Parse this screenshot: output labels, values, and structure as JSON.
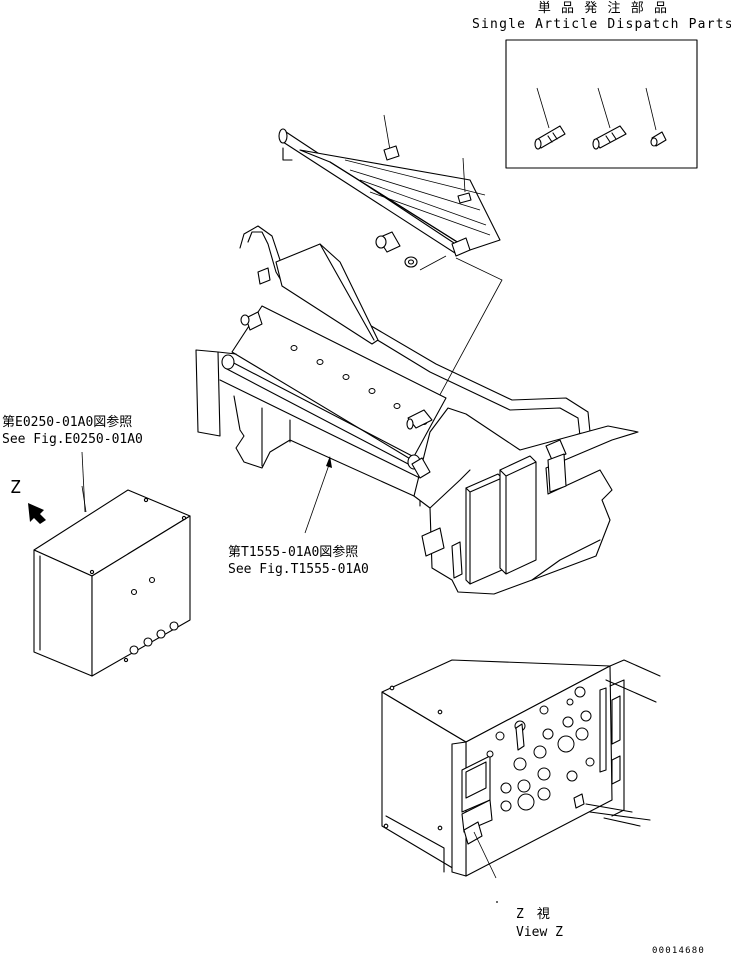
{
  "header": {
    "jp": "単 品 発 注 部 品",
    "en": "Single Article Dispatch Parts"
  },
  "refs": {
    "e0250_jp": "第E0250-01A0図参照",
    "e0250_en": "See Fig.E0250-01A0",
    "t1555_jp": "第T1555-01A0図参照",
    "t1555_en": "See Fig.T1555-01A0"
  },
  "view": {
    "marker": "Z",
    "jp": "Z　視",
    "en": "View Z"
  },
  "drawing_number": "00014680"
}
